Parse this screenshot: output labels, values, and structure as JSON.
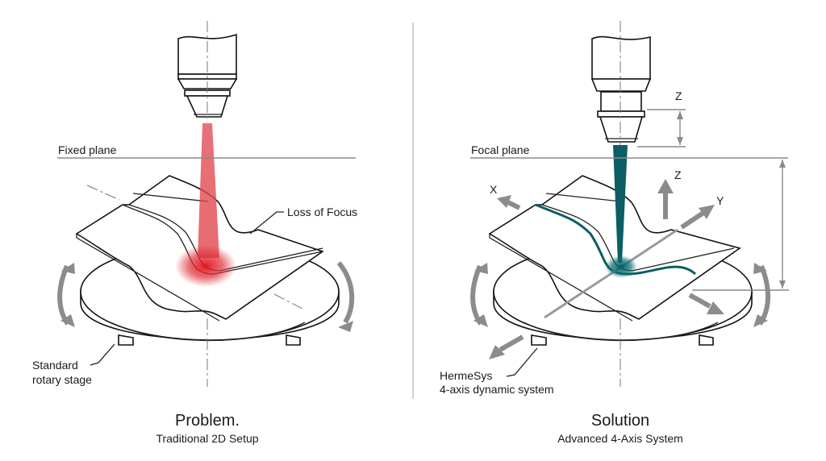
{
  "left_panel": {
    "title": "Problem.",
    "subtitle": "Traditional 2D Setup",
    "plane_label": "Fixed plane",
    "callout_focus": "Loss of Focus",
    "callout_stage_line1": "Standard",
    "callout_stage_line2": "rotary stage",
    "beam_color": "#e0323a"
  },
  "right_panel": {
    "title": "Solution",
    "subtitle": "Advanced 4-Axis System",
    "plane_label": "Focal plane",
    "axis_z_head": "Z",
    "axis_x": "X",
    "axis_y": "Y",
    "axis_z": "Z",
    "callout_system_line1": "HermeSys",
    "callout_system_line2": "4-axis dynamic system",
    "beam_color": "#0b5e63"
  },
  "colors": {
    "arrow_grey": "#8c8c8c",
    "divider": "#b0b0b0"
  }
}
